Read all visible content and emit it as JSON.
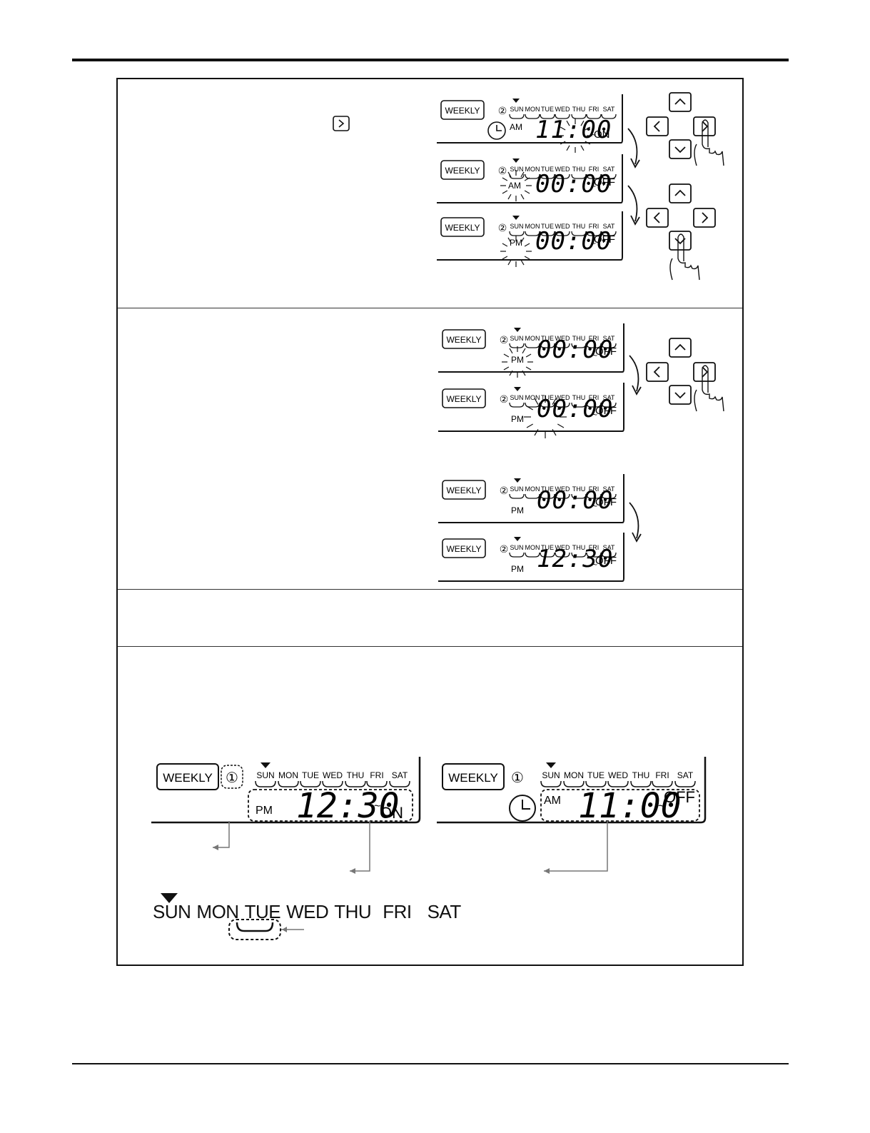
{
  "inline_icon": "right-arrow-key-icon",
  "lcd": {
    "weekly": "WEEKLY",
    "days": [
      "SUN",
      "MON",
      "TUE",
      "WED",
      "THU",
      "FRI",
      "SAT"
    ],
    "prog2": "②",
    "prog1": "①",
    "am": "AM",
    "pm": "PM",
    "on": "ON",
    "off": "OFF",
    "tilde": "~"
  },
  "displays": [
    {
      "id": "s1a",
      "ampm": "AM",
      "time": "11:00",
      "state": "ON",
      "clock": true
    },
    {
      "id": "s1b",
      "ampm": "AM",
      "time": "00:00",
      "state": "OFF",
      "clock": false
    },
    {
      "id": "s1c",
      "ampm": "PM",
      "time": "00:00",
      "state": "OFF",
      "clock": false
    },
    {
      "id": "s2a",
      "ampm": "PM",
      "time": "00:00",
      "state": "OFF",
      "clock": false
    },
    {
      "id": "s2b",
      "ampm": "PM",
      "time": "00:00",
      "state": "OFF",
      "clock": false
    },
    {
      "id": "s2c",
      "ampm": "PM",
      "time": "00:00",
      "state": "OFF",
      "clock": false
    },
    {
      "id": "s2d",
      "ampm": "PM",
      "time": "12:30",
      "state": "OFF",
      "clock": false
    }
  ],
  "bottom_left": {
    "ampm": "PM",
    "time": "12:30",
    "state": "ON"
  },
  "bottom_right": {
    "ampm": "AM",
    "time": "11:00",
    "state": "OFF"
  },
  "day_strip": [
    "SUN",
    "MON",
    "TUE",
    "WED",
    "THU",
    "FRI",
    "SAT"
  ]
}
